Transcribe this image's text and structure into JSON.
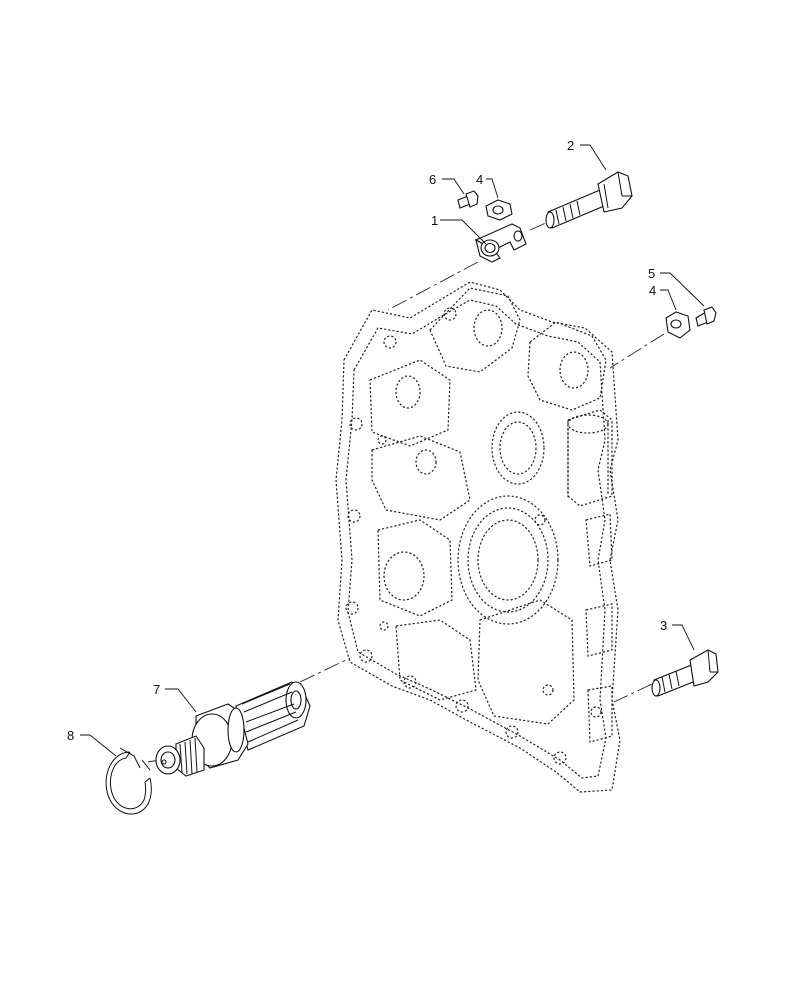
{
  "callouts": [
    {
      "id": "1",
      "text": "1"
    },
    {
      "id": "2",
      "text": "2"
    },
    {
      "id": "3",
      "text": "3"
    },
    {
      "id": "4a",
      "text": "4"
    },
    {
      "id": "4b",
      "text": "4"
    },
    {
      "id": "5",
      "text": "5"
    },
    {
      "id": "6",
      "text": "6"
    },
    {
      "id": "7",
      "text": "7"
    },
    {
      "id": "8",
      "text": "8"
    }
  ],
  "colors": {
    "line": "#111111",
    "background": "#ffffff"
  }
}
